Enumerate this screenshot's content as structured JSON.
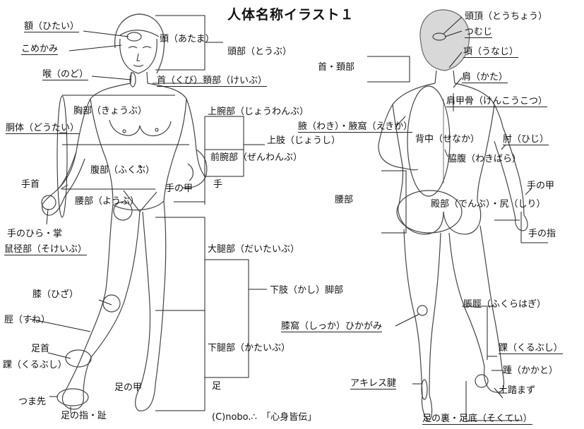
{
  "title": "人体名称イラスト１",
  "credit": "(C)nobo.∴　「心身皆伝」",
  "front_labels": {
    "hitai": "額（ひたい）",
    "komekami": "こめかみ",
    "nodo": "喉（のど）",
    "atama": "頭（あたま）",
    "toubu": "頭部（とうぶ）",
    "kubi_keibu": "首（くび）頚部（けいぶ）",
    "kyoubu": "胸部（きょうぶ）",
    "doutai": "胴体（どうたい）",
    "jouwanbu": "上腕部（じょうわんぶ）",
    "joushi": "上肢（じょうし）",
    "zenwanbu": "前腕部（ぜんわんぶ）",
    "fukubu": "腹部（ふくぶ）",
    "tekubi": "手首",
    "te_no_kou": "手の甲",
    "te": "手",
    "youbu": "腰部（ようぶ）",
    "tenohira": "手のひら・掌",
    "sokeibu": "鼠径部（そけいぶ）",
    "daitaibu": "大腿部（だいたいぶ）",
    "hiza": "膝（ひざ）",
    "kashi": "下肢（かし）脚部",
    "sune": "脛（すね）",
    "ashikubi": "足首",
    "kurubushi_front": "踝（くるぶし）",
    "kataibu": "下腿部（かたいぶ）",
    "ashi_no_kou": "足の甲",
    "ashi": "足",
    "tsumasaki": "つま先",
    "ashi_no_yubi": "足の指・趾"
  },
  "back_labels": {
    "touchou": "頭頂（とうちょう）",
    "tsumuji": "つむじ",
    "unaji": "項（うなじ）",
    "kubi_keibu": "首・頚部",
    "kata": "肩（かた）",
    "kenkoukotsu": "肩甲骨（けんこうこつ）",
    "waki": "腋（わき）・腋窩（えきか）",
    "senaka": "背中（せなか）",
    "hiji": "肘（ひじ）",
    "wakibara": "脇腹（わきばら）",
    "youbu": "腰部",
    "te_no_kou": "手の甲",
    "denbu": "殿部（でんぶ）・尻（しり）",
    "te_no_yubi": "手の指",
    "shikka": "膝窩（しっか）ひかがみ",
    "fukurahagi": "脹脛（ふくらはぎ）",
    "kurubushi_back": "踝（くるぶし）",
    "kakato": "踵（かかと）",
    "tsuchifumazu": "土踏まず",
    "achilles": "アキレス腱",
    "sokutei": "足の裏・足底（そくてい）"
  }
}
